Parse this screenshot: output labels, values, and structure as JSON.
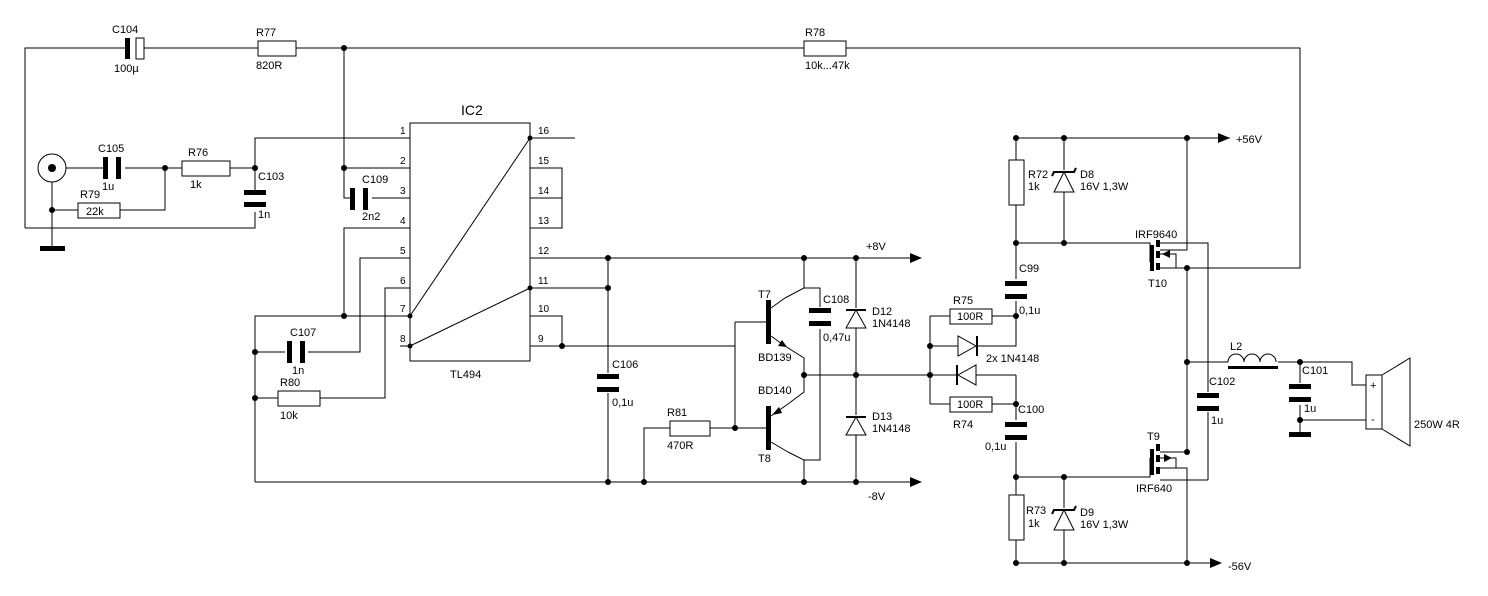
{
  "components": {
    "C104": {
      "name": "C104",
      "value": "100µ"
    },
    "R77": {
      "name": "R77",
      "value": "820R"
    },
    "R78": {
      "name": "R78",
      "value": "10k...47k"
    },
    "C105": {
      "name": "C105",
      "value": "1u"
    },
    "R76": {
      "name": "R76",
      "value": "1k"
    },
    "C103": {
      "name": "C103",
      "value": "1n"
    },
    "R79": {
      "name": "R79",
      "value": "22k"
    },
    "C109": {
      "name": "C109",
      "value": "2n2"
    },
    "C107": {
      "name": "C107",
      "value": "1n"
    },
    "R80": {
      "name": "R80",
      "value": "10k"
    },
    "IC2": {
      "name": "IC2",
      "part": "TL494"
    },
    "C106": {
      "name": "C106",
      "value": "0,1u"
    },
    "R81": {
      "name": "R81",
      "value": "470R"
    },
    "T7": {
      "name": "T7",
      "part": "BD139"
    },
    "T8": {
      "name": "T8",
      "part": "BD140"
    },
    "C108": {
      "name": "C108",
      "value": "0,47u"
    },
    "D12": {
      "name": "D12",
      "part": "1N4148"
    },
    "D13": {
      "name": "D13",
      "part": "1N4148"
    },
    "R75": {
      "name": "R75",
      "value": "100R"
    },
    "R74": {
      "name": "R74",
      "value": "100R"
    },
    "C99": {
      "name": "C99",
      "value": "0,1u"
    },
    "C100": {
      "name": "C100",
      "value": "0,1u"
    },
    "diodes_pair": "2x 1N4148",
    "R72": {
      "name": "R72",
      "value": "1k"
    },
    "D8": {
      "name": "D8",
      "part": "16V 1,3W"
    },
    "R73": {
      "name": "R73",
      "value": "1k"
    },
    "D9": {
      "name": "D9",
      "part": "16V 1,3W"
    },
    "T10": {
      "name": "T10",
      "part": "IRF9640"
    },
    "T9": {
      "name": "T9",
      "part": "IRF640"
    },
    "L2": {
      "name": "L2"
    },
    "C102": {
      "name": "C102",
      "value": "1u"
    },
    "C101": {
      "name": "C101",
      "value": "1u"
    },
    "speaker": {
      "label": "250W 4R",
      "plus": "+",
      "minus": "-"
    }
  },
  "rails": {
    "plus8": "+8V",
    "minus8": "-8V",
    "plus56": "+56V",
    "minus56": "-56V"
  },
  "pins": {
    "left": [
      "1",
      "2",
      "3",
      "4",
      "5",
      "6",
      "7",
      "8"
    ],
    "right": [
      "16",
      "15",
      "14",
      "13",
      "12",
      "11",
      "10",
      "9"
    ]
  }
}
